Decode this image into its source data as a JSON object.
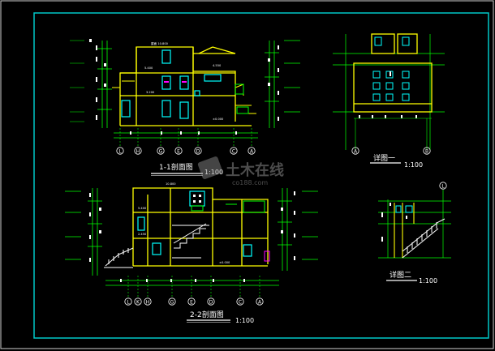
{
  "drawing": {
    "section_1": {
      "title": "1-1剖面图",
      "scale": "1:100",
      "axes": [
        "L",
        "H",
        "G",
        "E",
        "D",
        "C",
        "A"
      ]
    },
    "section_2": {
      "title": "2-2剖面图",
      "scale": "1:100",
      "axes": [
        "L",
        "K",
        "H",
        "G",
        "E",
        "D",
        "C",
        "A"
      ]
    },
    "detail_1": {
      "title": "详图一",
      "scale": "1:100",
      "axes": [
        "A",
        "B"
      ]
    },
    "detail_2": {
      "title": "详图二",
      "scale": "1:100",
      "axes": [
        "L"
      ]
    },
    "watermark": {
      "main": "土木在线",
      "sub": "co188.com"
    }
  },
  "colors": {
    "background": "#000000",
    "frame": "#00c8c8",
    "building": "#ffff00",
    "cyan": "#00ffff",
    "dim": "#00ff00",
    "white": "#ffffff",
    "magenta": "#ff00ff"
  }
}
